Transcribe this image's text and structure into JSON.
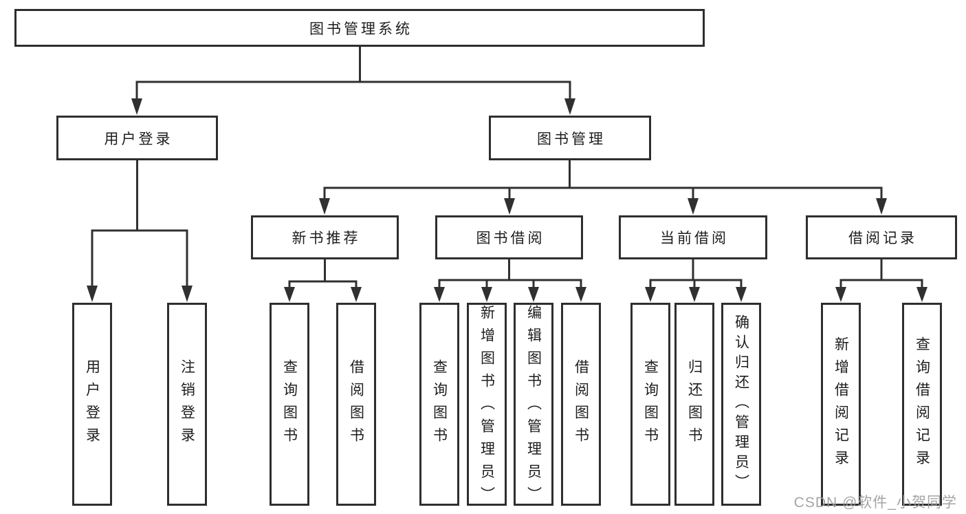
{
  "tree": {
    "label": "图书管理系统",
    "children": [
      {
        "label": "用户登录",
        "children": [
          {
            "label": "用户登录"
          },
          {
            "label": "注销登录"
          }
        ]
      },
      {
        "label": "图书管理",
        "children": [
          {
            "label": "新书推荐",
            "children": [
              {
                "label": "查询图书"
              },
              {
                "label": "借阅图书"
              }
            ]
          },
          {
            "label": "图书借阅",
            "children": [
              {
                "label": "查询图书"
              },
              {
                "label": "新增图书（管理员）"
              },
              {
                "label": "编辑图书（管理员）"
              },
              {
                "label": "借阅图书"
              }
            ]
          },
          {
            "label": "当前借阅",
            "children": [
              {
                "label": "查询图书"
              },
              {
                "label": "归还图书"
              },
              {
                "label": "确认归还（管理员）"
              }
            ]
          },
          {
            "label": "借阅记录",
            "children": [
              {
                "label": "新增借阅记录"
              },
              {
                "label": "查询借阅记录"
              }
            ]
          }
        ]
      }
    ]
  },
  "watermark": {
    "text": "CSDN @软件_小贺同学"
  },
  "colors": {
    "line": "#303030",
    "text": "#1d1d1d",
    "watermark": "#9d9d9d",
    "background": "#ffffff"
  }
}
